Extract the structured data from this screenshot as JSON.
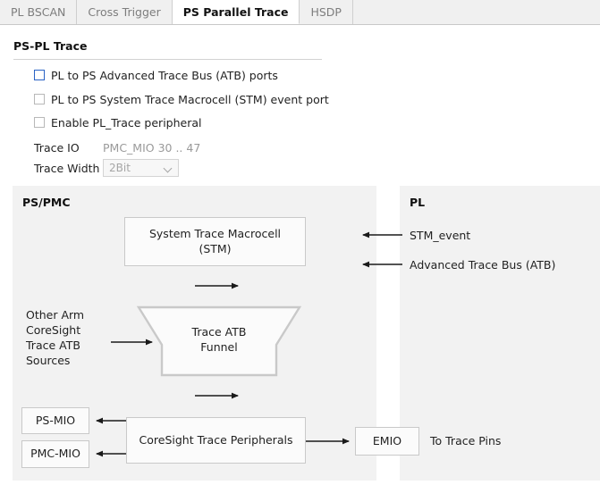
{
  "tabs": [
    {
      "label": "PL BSCAN",
      "active": false
    },
    {
      "label": "Cross Trigger",
      "active": false
    },
    {
      "label": "PS Parallel Trace",
      "active": true
    },
    {
      "label": "HSDP",
      "active": false
    }
  ],
  "section": {
    "title": "PS-PL Trace"
  },
  "checkboxes": [
    {
      "label": "PL to PS Advanced Trace Bus (ATB) ports",
      "checked": false,
      "enabled": true
    },
    {
      "label": "PL to PS System Trace Macrocell (STM) event port",
      "checked": false,
      "enabled": false
    },
    {
      "label": "Enable PL_Trace peripheral",
      "checked": false,
      "enabled": false
    }
  ],
  "fields": {
    "trace_io": {
      "label": "Trace IO",
      "value": "PMC_MIO 30 .. 47"
    },
    "trace_width": {
      "label": "Trace Width",
      "value": "2Bit",
      "icon": "chevron-down-icon"
    }
  },
  "diagram": {
    "ps_panel": {
      "title": "PS/PMC",
      "boxes": {
        "stm": "System Trace Macrocell\n(STM)",
        "stm_line1": "System Trace Macrocell",
        "stm_line2": "(STM)",
        "funnel_line1": "Trace ATB",
        "funnel_line2": "Funnel",
        "coresight": "CoreSight Trace Peripherals",
        "ps_mio": "PS-MIO",
        "pmc_mio": "PMC-MIO"
      },
      "sources_label": "Other Arm\nCoreSight\nTrace ATB\nSources",
      "sources_lines": [
        "Other Arm",
        "CoreSight",
        "Trace ATB",
        "Sources"
      ]
    },
    "pl_panel": {
      "title": "PL",
      "signals": [
        "STM_event",
        "Advanced Trace Bus (ATB)"
      ]
    },
    "emio": {
      "box": "EMIO",
      "note": "To Trace Pins"
    }
  },
  "colors": {
    "accent": "#2a62c4",
    "panel_bg": "#f2f2f2",
    "box_border": "#c9c9c9",
    "disabled_text": "#9a9a9a",
    "tab_inactive_text": "#7d7d7d"
  }
}
